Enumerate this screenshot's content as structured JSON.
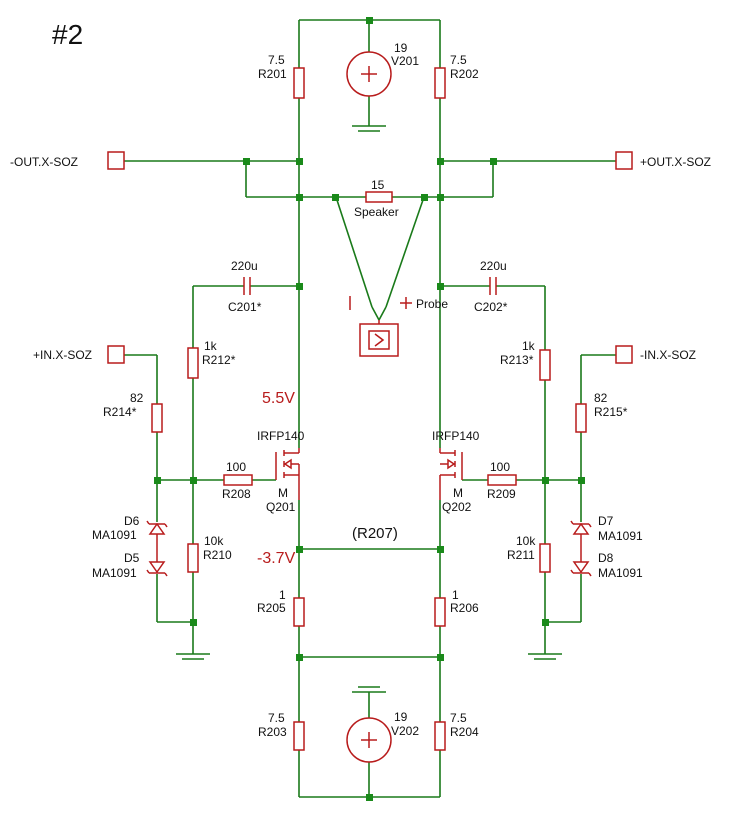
{
  "title": "#2",
  "supplies": {
    "v201": {
      "value": "19",
      "ref": "V201"
    },
    "v202": {
      "value": "19",
      "ref": "V202"
    }
  },
  "resistors": {
    "r201": {
      "value": "7.5",
      "ref": "R201"
    },
    "r202": {
      "value": "7.5",
      "ref": "R202"
    },
    "r203": {
      "value": "7.5",
      "ref": "R203"
    },
    "r204": {
      "value": "7.5",
      "ref": "R204"
    },
    "r205": {
      "value": "1",
      "ref": "R205"
    },
    "r206": {
      "value": "1",
      "ref": "R206"
    },
    "r207": {
      "ref": "(R207)"
    },
    "r208": {
      "value": "100",
      "ref": "R208"
    },
    "r209": {
      "value": "100",
      "ref": "R209"
    },
    "r210": {
      "value": "10k",
      "ref": "R210"
    },
    "r211": {
      "value": "10k",
      "ref": "R211"
    },
    "r212": {
      "value": "1k",
      "ref": "R212*"
    },
    "r213": {
      "value": "1k",
      "ref": "R213*"
    },
    "r214": {
      "value": "82",
      "ref": "R214*"
    },
    "r215": {
      "value": "82",
      "ref": "R215*"
    },
    "speaker": {
      "value": "15",
      "ref": "Speaker"
    }
  },
  "capacitors": {
    "c201": {
      "value": "220u",
      "ref": "C201*"
    },
    "c202": {
      "value": "220u",
      "ref": "C202*"
    }
  },
  "transistors": {
    "q201": {
      "part": "IRFP140",
      "ref": "Q201",
      "type_mark": "M"
    },
    "q202": {
      "part": "IRFP140",
      "ref": "Q202",
      "type_mark": "M"
    }
  },
  "diodes": {
    "d5": {
      "ref": "D5",
      "part": "MA1091"
    },
    "d6": {
      "ref": "D6",
      "part": "MA1091"
    },
    "d7": {
      "ref": "D7",
      "part": "MA1091"
    },
    "d8": {
      "ref": "D8",
      "part": "MA1091"
    }
  },
  "ports": {
    "out_minus": "-OUT.X-SOZ",
    "out_plus": "+OUT.X-SOZ",
    "in_plus": "+IN.X-SOZ",
    "in_minus": "-IN.X-SOZ"
  },
  "probe": {
    "label": "Probe"
  },
  "voltages": {
    "v_high": "5.5V",
    "v_low": "-3.7V"
  }
}
